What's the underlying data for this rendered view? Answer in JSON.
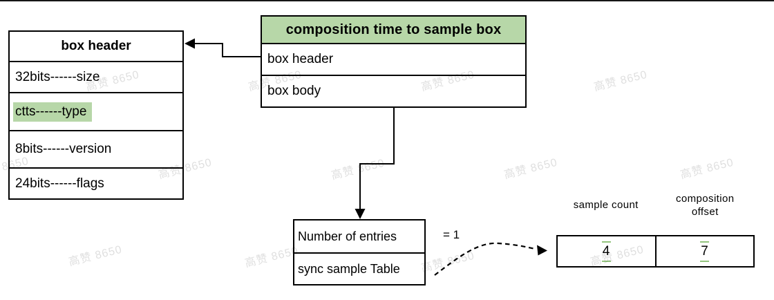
{
  "left_box": {
    "title": "box header",
    "rows": [
      {
        "label": "32bits------size",
        "highlighted": false
      },
      {
        "label": "ctts------type",
        "highlighted": true
      },
      {
        "label": "8bits------version",
        "highlighted": false
      },
      {
        "label": "24bits------flags",
        "highlighted": false
      }
    ]
  },
  "main_box": {
    "title": "composition time to sample box",
    "rows": [
      {
        "label": "box header"
      },
      {
        "label": "box body"
      }
    ]
  },
  "entries_box": {
    "rows": [
      {
        "label": "Number of entries"
      },
      {
        "label": "sync sample Table"
      }
    ]
  },
  "equals_label": "= 1",
  "sample_table": {
    "headers": [
      {
        "label": "sample count"
      },
      {
        "label": "composition offset"
      }
    ],
    "values": [
      {
        "value": "4"
      },
      {
        "value": "7"
      }
    ]
  },
  "watermark": {
    "text": "高赞 8650"
  },
  "colors": {
    "highlight_green": "#b7d7a8",
    "digit_mark_green": "#93c47d",
    "line_black": "#000000"
  }
}
